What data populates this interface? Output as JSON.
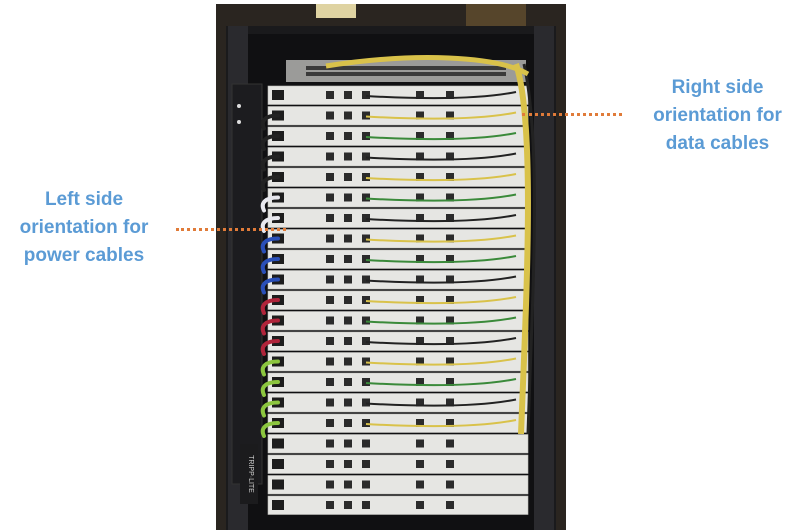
{
  "callouts": {
    "right": {
      "lines": [
        "Right side",
        "orientation for",
        "data cables"
      ]
    },
    "left": {
      "lines": [
        "Left side",
        "orientation for",
        "power cables"
      ]
    }
  },
  "photo": {
    "rack_brand": "TRIPP·LITE",
    "colors": {
      "frame": "#1a1a1c",
      "panel": "#e6e6e3",
      "accent_callout": "#5b9bd5",
      "leader": "#e07b39",
      "data_cable_yellow": "#d9c24a",
      "data_cable_black": "#222222",
      "data_cable_green": "#3a8a3a",
      "power_white": "#e8e8ee",
      "power_blue": "#2a4fb8",
      "power_red": "#b0243a",
      "power_green": "#8cc63f"
    }
  }
}
